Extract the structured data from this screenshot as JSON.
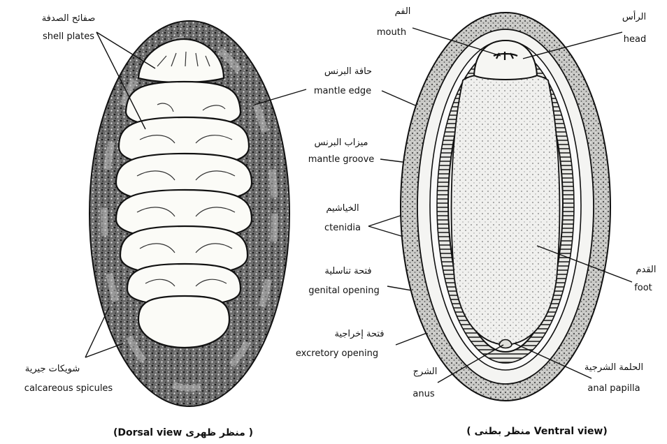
{
  "dorsal": {
    "labels": {
      "shell_plates_ar": "صفائح الصدفة",
      "shell_plates_en": "shell plates",
      "calcareous_spicules_ar": "شويكات جيرية",
      "calcareous_spicules_en": "calcareous spicules"
    },
    "caption": "(Dorsal view  منظر ظهرى )"
  },
  "shared": {
    "mantle_edge_ar": "حافة البرنس",
    "mantle_edge_en": "mantle edge",
    "mantle_groove_ar": "ميزاب البرنس",
    "mantle_groove_en": "mantle groove",
    "ctenidia_ar": "الخياشيم",
    "ctenidia_en": "ctenidia",
    "genital_opening_ar": "فتحة تناسلية",
    "genital_opening_en": "genital opening",
    "excretory_opening_ar": "فتحة إخراجية",
    "excretory_opening_en": "excretory opening"
  },
  "ventral": {
    "labels": {
      "mouth_ar": "الفم",
      "mouth_en": "mouth",
      "head_ar": "الرأس",
      "head_en": "head",
      "foot_ar": "القدم",
      "foot_en": "foot",
      "anus_ar": "الشرج",
      "anus_en": "anus",
      "anal_papilla_ar": "الحلمة الشرجية",
      "anal_papilla_en": "anal papilla"
    },
    "caption": "( منظر بطنى Ventral view)"
  }
}
